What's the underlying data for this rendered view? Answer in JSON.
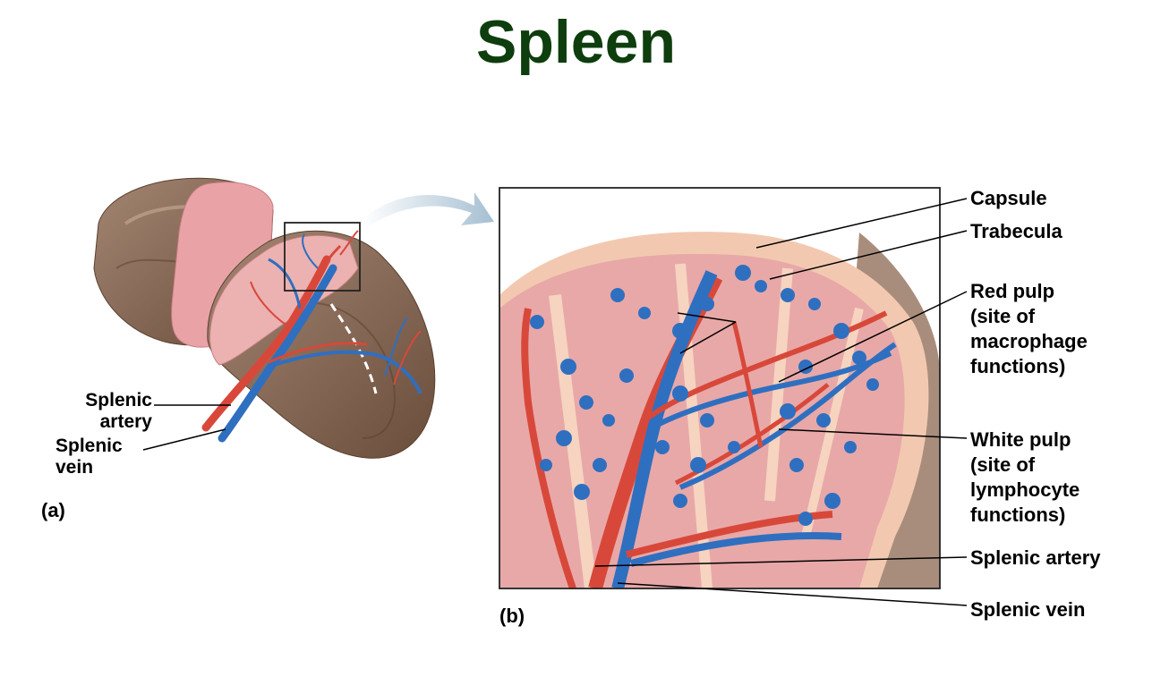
{
  "title": "Spleen",
  "panel_a": {
    "tag": "(a)",
    "labels": {
      "splenic_artery_l1": "Splenic",
      "splenic_artery_l2": "artery",
      "splenic_vein_l1": "Splenic",
      "splenic_vein_l2": "vein"
    }
  },
  "panel_b": {
    "tag": "(b)",
    "labels": {
      "capsule": "Capsule",
      "trabecula": "Trabecula",
      "red_pulp_1": "Red pulp",
      "red_pulp_2": "(site of",
      "red_pulp_3": "macrophage",
      "red_pulp_4": "functions)",
      "white_pulp_1": "White pulp",
      "white_pulp_2": "(site of",
      "white_pulp_3": "lymphocyte",
      "white_pulp_4": "functions)",
      "splenic_artery": "Splenic artery",
      "splenic_vein": "Splenic vein"
    }
  },
  "colors": {
    "title": "#0e3d0e",
    "organ": "#8a6a55",
    "pulp": "#e8a8a8",
    "capsule": "#f2c9b0",
    "artery": "#d8483a",
    "vein": "#2f6fc0"
  }
}
